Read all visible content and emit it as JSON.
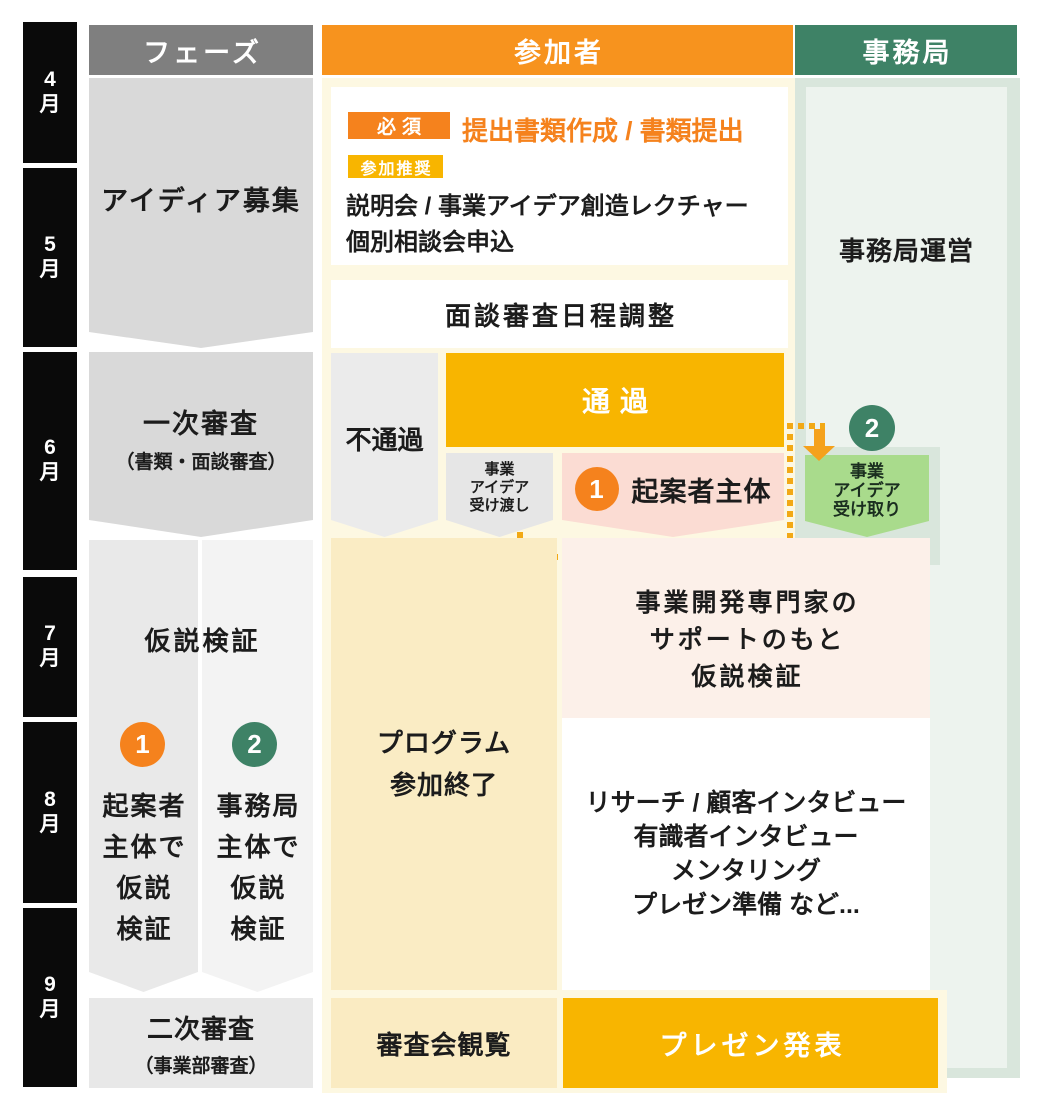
{
  "months": [
    {
      "n": "4",
      "u": "月"
    },
    {
      "n": "5",
      "u": "月"
    },
    {
      "n": "6",
      "u": "月"
    },
    {
      "n": "7",
      "u": "月"
    },
    {
      "n": "8",
      "u": "月"
    },
    {
      "n": "9",
      "u": "月"
    }
  ],
  "headers": {
    "phase": "フェーズ",
    "participant": "参加者",
    "secretariat": "事務局"
  },
  "phase_col": {
    "idea_recruitment": "アイディア募集",
    "first_screening": "一次審査",
    "first_screening_sub": "（書類・面談審査）",
    "hypothesis_title": "仮説検証",
    "proposer_track_lines": [
      "起案者",
      "主体で",
      "仮説",
      "検証"
    ],
    "secretariat_track_lines": [
      "事務局",
      "主体で",
      "仮説",
      "検証"
    ],
    "second_screening": "二次審査",
    "second_screening_sub": "（事業部審査）"
  },
  "markers": {
    "one": "1",
    "two": "2"
  },
  "participant_col": {
    "badge_required": "必須",
    "required_task": "提出書類作成 / 書類提出",
    "badge_recommended": "参加推奨",
    "recommended_line1": "説明会 / 事業アイデア創造レクチャー",
    "recommended_line2": "個別相談会申込",
    "interview_schedule": "面談審査日程調整",
    "fail": "不通過",
    "pass": "通過",
    "handover_lines": [
      "事業",
      "アイデア",
      "受け渡し"
    ],
    "proposer_led": "起案者主体",
    "program_end_lines": [
      "プログラム",
      "参加終了"
    ],
    "expert_support_lines": [
      "事業開発専門家の",
      "サポートのもと",
      "仮説検証"
    ],
    "research_lines": [
      "リサーチ / 顧客インタビュー",
      "有識者インタビュー",
      "メンタリング",
      "プレゼン準備 など..."
    ],
    "audit_view": "審査会観覧",
    "presentation": "プレゼン発表"
  },
  "secretariat_col": {
    "operation": "事務局運営",
    "receive_lines": [
      "事業",
      "アイデア",
      "受け取り"
    ]
  },
  "colors": {
    "orange": "#f5821d",
    "orange_header": "#f7931e",
    "gold": "#f8b500",
    "green_dark": "#3e8266",
    "green_light": "#a9db8c",
    "sage": "#d9e6dc",
    "sage_inner": "#edf3ee",
    "yellow_bg": "#fdf8e2",
    "cream": "#faecc4",
    "pink": "#fbdcd3",
    "pink_light": "#fcf0e9",
    "gray_header": "#7f7f7f",
    "gray_box": "#d9d9d9"
  }
}
